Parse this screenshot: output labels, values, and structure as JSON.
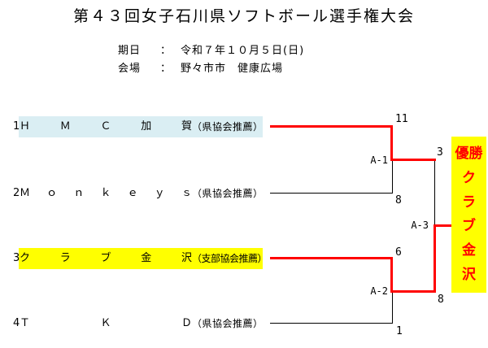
{
  "title": "第４３回女子石川県ソフトボール選手権大会",
  "event_info": {
    "date_label": "期日",
    "date_separator": "：",
    "date_value": "令和７年１０月５日(日)",
    "venue_label": "会場",
    "venue_separator": "：",
    "venue_value": "野々市市　健康広場"
  },
  "bracket": {
    "teams": [
      {
        "seed": "1",
        "name": "ＨＭＣ加賀",
        "name_chars": [
          "Ｈ",
          "Ｍ",
          "Ｃ",
          "加",
          "賀"
        ],
        "affiliation": "（県協会推薦）",
        "highlight_color": "#daeef3"
      },
      {
        "seed": "2",
        "name": "Ｍｏｎｋｅｙｓ",
        "name_chars": [
          "Ｍ",
          "ｏ",
          "ｎ",
          "ｋ",
          "ｅ",
          "ｙ",
          "ｓ"
        ],
        "affiliation": "（県協会推薦）",
        "highlight_color": ""
      },
      {
        "seed": "3",
        "name": "クラブ金沢",
        "name_chars": [
          "ク",
          "ラ",
          "ブ",
          "金",
          "沢"
        ],
        "affiliation": "（支部協会推薦）",
        "highlight_color": "#ffff00"
      },
      {
        "seed": "4",
        "name": "ＴＫＤ",
        "name_chars": [
          "Ｔ",
          "Ｋ",
          "Ｄ"
        ],
        "affiliation": "（県協会推薦）",
        "highlight_color": ""
      }
    ],
    "matches": [
      {
        "id": "A-1",
        "top_score": "11",
        "bottom_score": "8",
        "winner": "ＨＭＣ加賀"
      },
      {
        "id": "A-2",
        "top_score": "6",
        "bottom_score": "1",
        "winner": "クラブ金沢"
      },
      {
        "id": "A-3",
        "top_score": "3",
        "bottom_score": "8",
        "winner": "クラブ金沢"
      }
    ],
    "champion": {
      "title": "優勝",
      "team": "クラブ金沢",
      "team_chars": [
        "ク",
        "ラ",
        "ブ",
        "金",
        "沢"
      ],
      "bg_color": "#ffff00",
      "text_color": "#ff0000"
    }
  },
  "colors": {
    "winner_path": "#ff0000",
    "loser_path": "#000000",
    "seed1_highlight": "#daeef3",
    "seed3_highlight": "#ffff00"
  }
}
